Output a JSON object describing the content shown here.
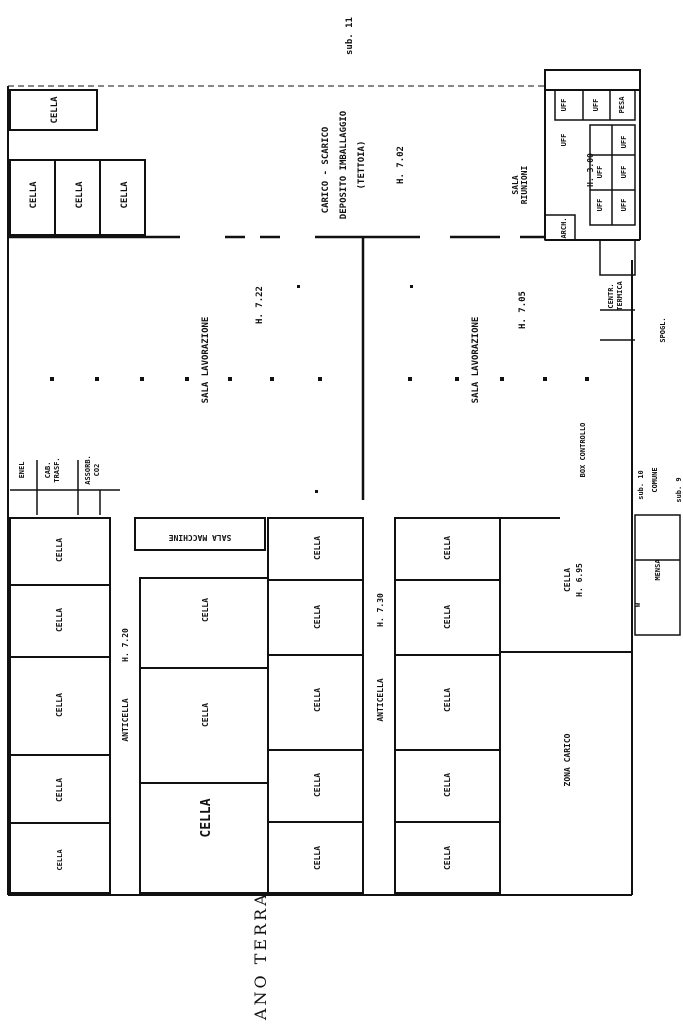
{
  "top_note": "sub. 11",
  "floor_title": "ANO TERRA",
  "rooms": {
    "cella": "CELLA",
    "carico_line1": "CARICO - SCARICO",
    "carico_line2": "DEPOSITO IMBALLAGGIO",
    "carico_line3": "(TETTOIA)",
    "carico_height": "H. 7.02",
    "sala_lav": "SALA LAVORAZIONE",
    "h722": "H. 7.22",
    "h705": "H. 7.05",
    "sala_riunioni_1": "SALA",
    "sala_riunioni_2": "RIUNIONI",
    "uff": "UFF",
    "pesa": "PESA",
    "h300": "H. 3.00",
    "arch": "ARCH.",
    "centr_1": "CENTR.",
    "centr_2": "TERMICA",
    "spogl": "SPOGL.",
    "enel": "ENEL",
    "cab_1": "CAB.",
    "cab_2": "TRASF.",
    "assorb_1": "ASSORB.",
    "assorb_2": "CO2",
    "box_controllo": "BOX CONTROLLO",
    "sub10": "sub. 10",
    "comune": "COMUNE",
    "sub9": "sub. 9",
    "sala_macchine": "SALA MACCHINE",
    "anticella": "ANTICELLA",
    "h720": "H. 7.20",
    "h730": "H. 7.30",
    "cella_big_h": "H. 6.95",
    "zona_carico": "ZONA CARICO",
    "mensa": "MENSA",
    "wc": "W"
  }
}
